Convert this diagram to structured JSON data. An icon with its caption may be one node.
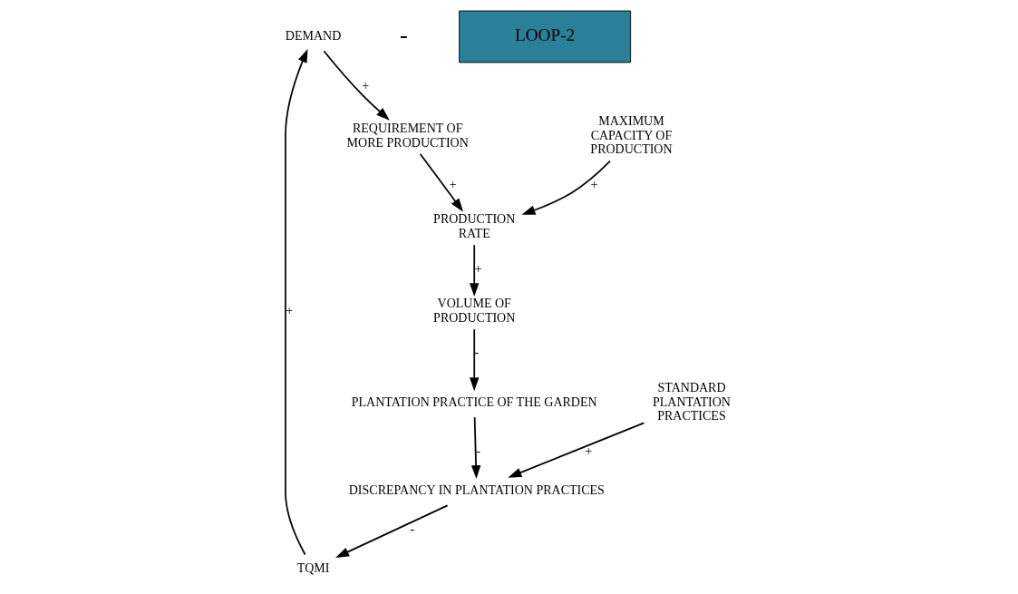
{
  "diagram": {
    "nodes": [
      {
        "text": [
          "DEMAND"
        ]
      },
      {
        "text": [
          "REQUIREMENT OF MORE PRODUCTION"
        ]
      },
      {
        "text": [
          "PRODUCTION RATE"
        ]
      },
      {
        "text": [
          "MAXIMUM CAPACITY OF PRODUCTION"
        ]
      },
      {
        "text": [
          "VOLUME OF PRODUCTION"
        ]
      },
      {
        "text": [
          "PLANTATION PRACTICE OF THE GARDEN"
        ]
      },
      {
        "text": [
          "STANDARD PLANTATION PRACTICES"
        ]
      },
      {
        "text": [
          "DISCREPANCY IN PLANTATION PRACTICES"
        ]
      },
      {
        "text": [
          "TQMI"
        ]
      },
      {
        "text": [
          "LOOP-2"
        ]
      }
    ],
    "edges": [
      {
        "from": 0,
        "to": 1,
        "arrow": "to",
        "label": "+"
      },
      {
        "from": 1,
        "to": 2,
        "arrow": "to",
        "label": "+"
      },
      {
        "from": 3,
        "to": 2,
        "arrow": "to",
        "label": "+"
      },
      {
        "from": 2,
        "to": 4,
        "arrow": "to",
        "label": "+"
      },
      {
        "from": 4,
        "to": 5,
        "arrow": "to",
        "label": "-"
      },
      {
        "from": 5,
        "to": 7,
        "arrow": "to",
        "label": "-"
      },
      {
        "from": 6,
        "to": 7,
        "arrow": "to",
        "label": "+"
      },
      {
        "from": 7,
        "to": 8,
        "arrow": "to",
        "label": "-"
      },
      {
        "from": 8,
        "to": 0,
        "arrow": "to",
        "label": "+"
      }
    ],
    "labels": [
      "-"
    ]
  }
}
